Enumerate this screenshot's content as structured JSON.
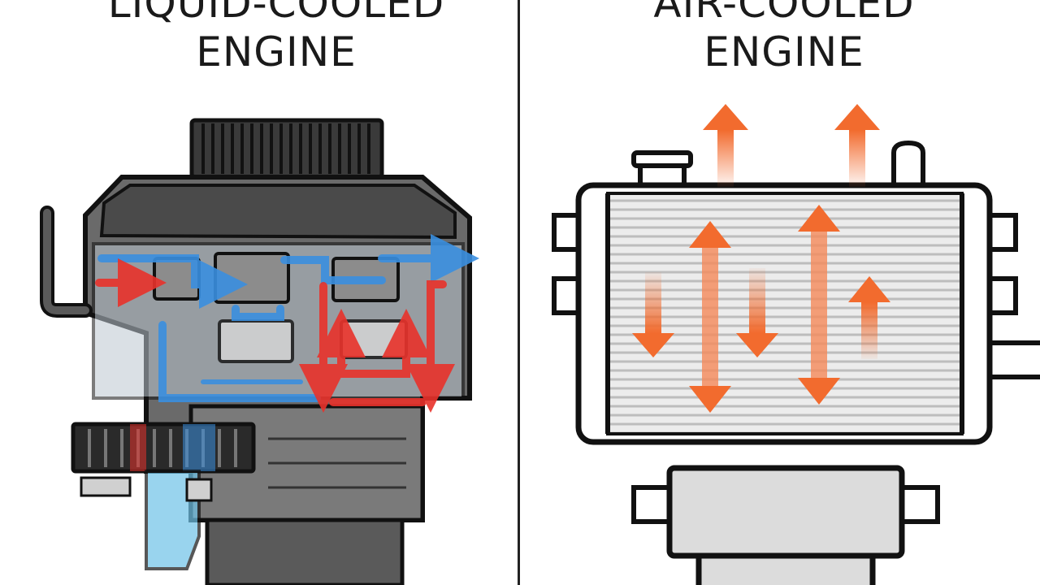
{
  "left": {
    "title_line1": "LIQUID-COOLED",
    "title_line2": "ENGINE"
  },
  "right": {
    "title_line1": "AIR-COOLED",
    "title_line2": "ENGINE"
  },
  "colors": {
    "coolant_cold": "#3a8fe0",
    "coolant_hot": "#e8322b",
    "hot_air": "#f26b2e",
    "outline": "#1a1a1a",
    "metal_dark": "#5a5a5a",
    "metal_mid": "#8a8a8a",
    "metal_light": "#d8d8d8"
  }
}
